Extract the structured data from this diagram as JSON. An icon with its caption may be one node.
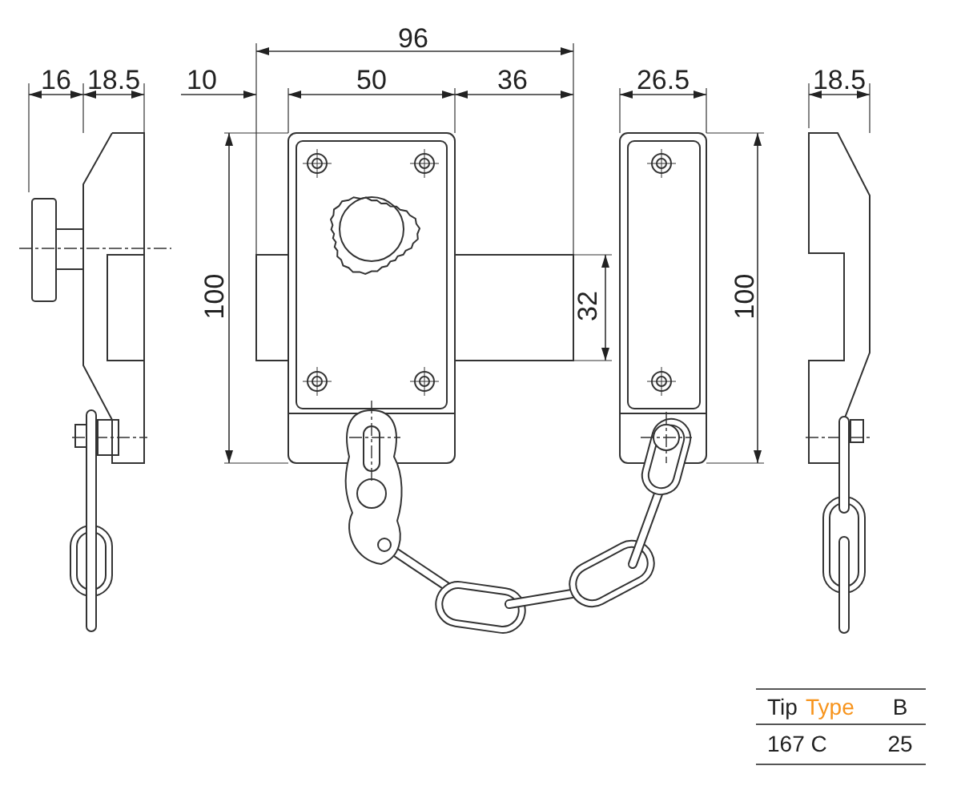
{
  "diagram": {
    "labels": [
      "96",
      "16",
      "18.5",
      "10",
      "50",
      "36",
      "26.5",
      "18.5",
      "100",
      "32",
      "100",
      "Tip",
      "Type",
      "B",
      "167 C",
      "25"
    ]
  }
}
